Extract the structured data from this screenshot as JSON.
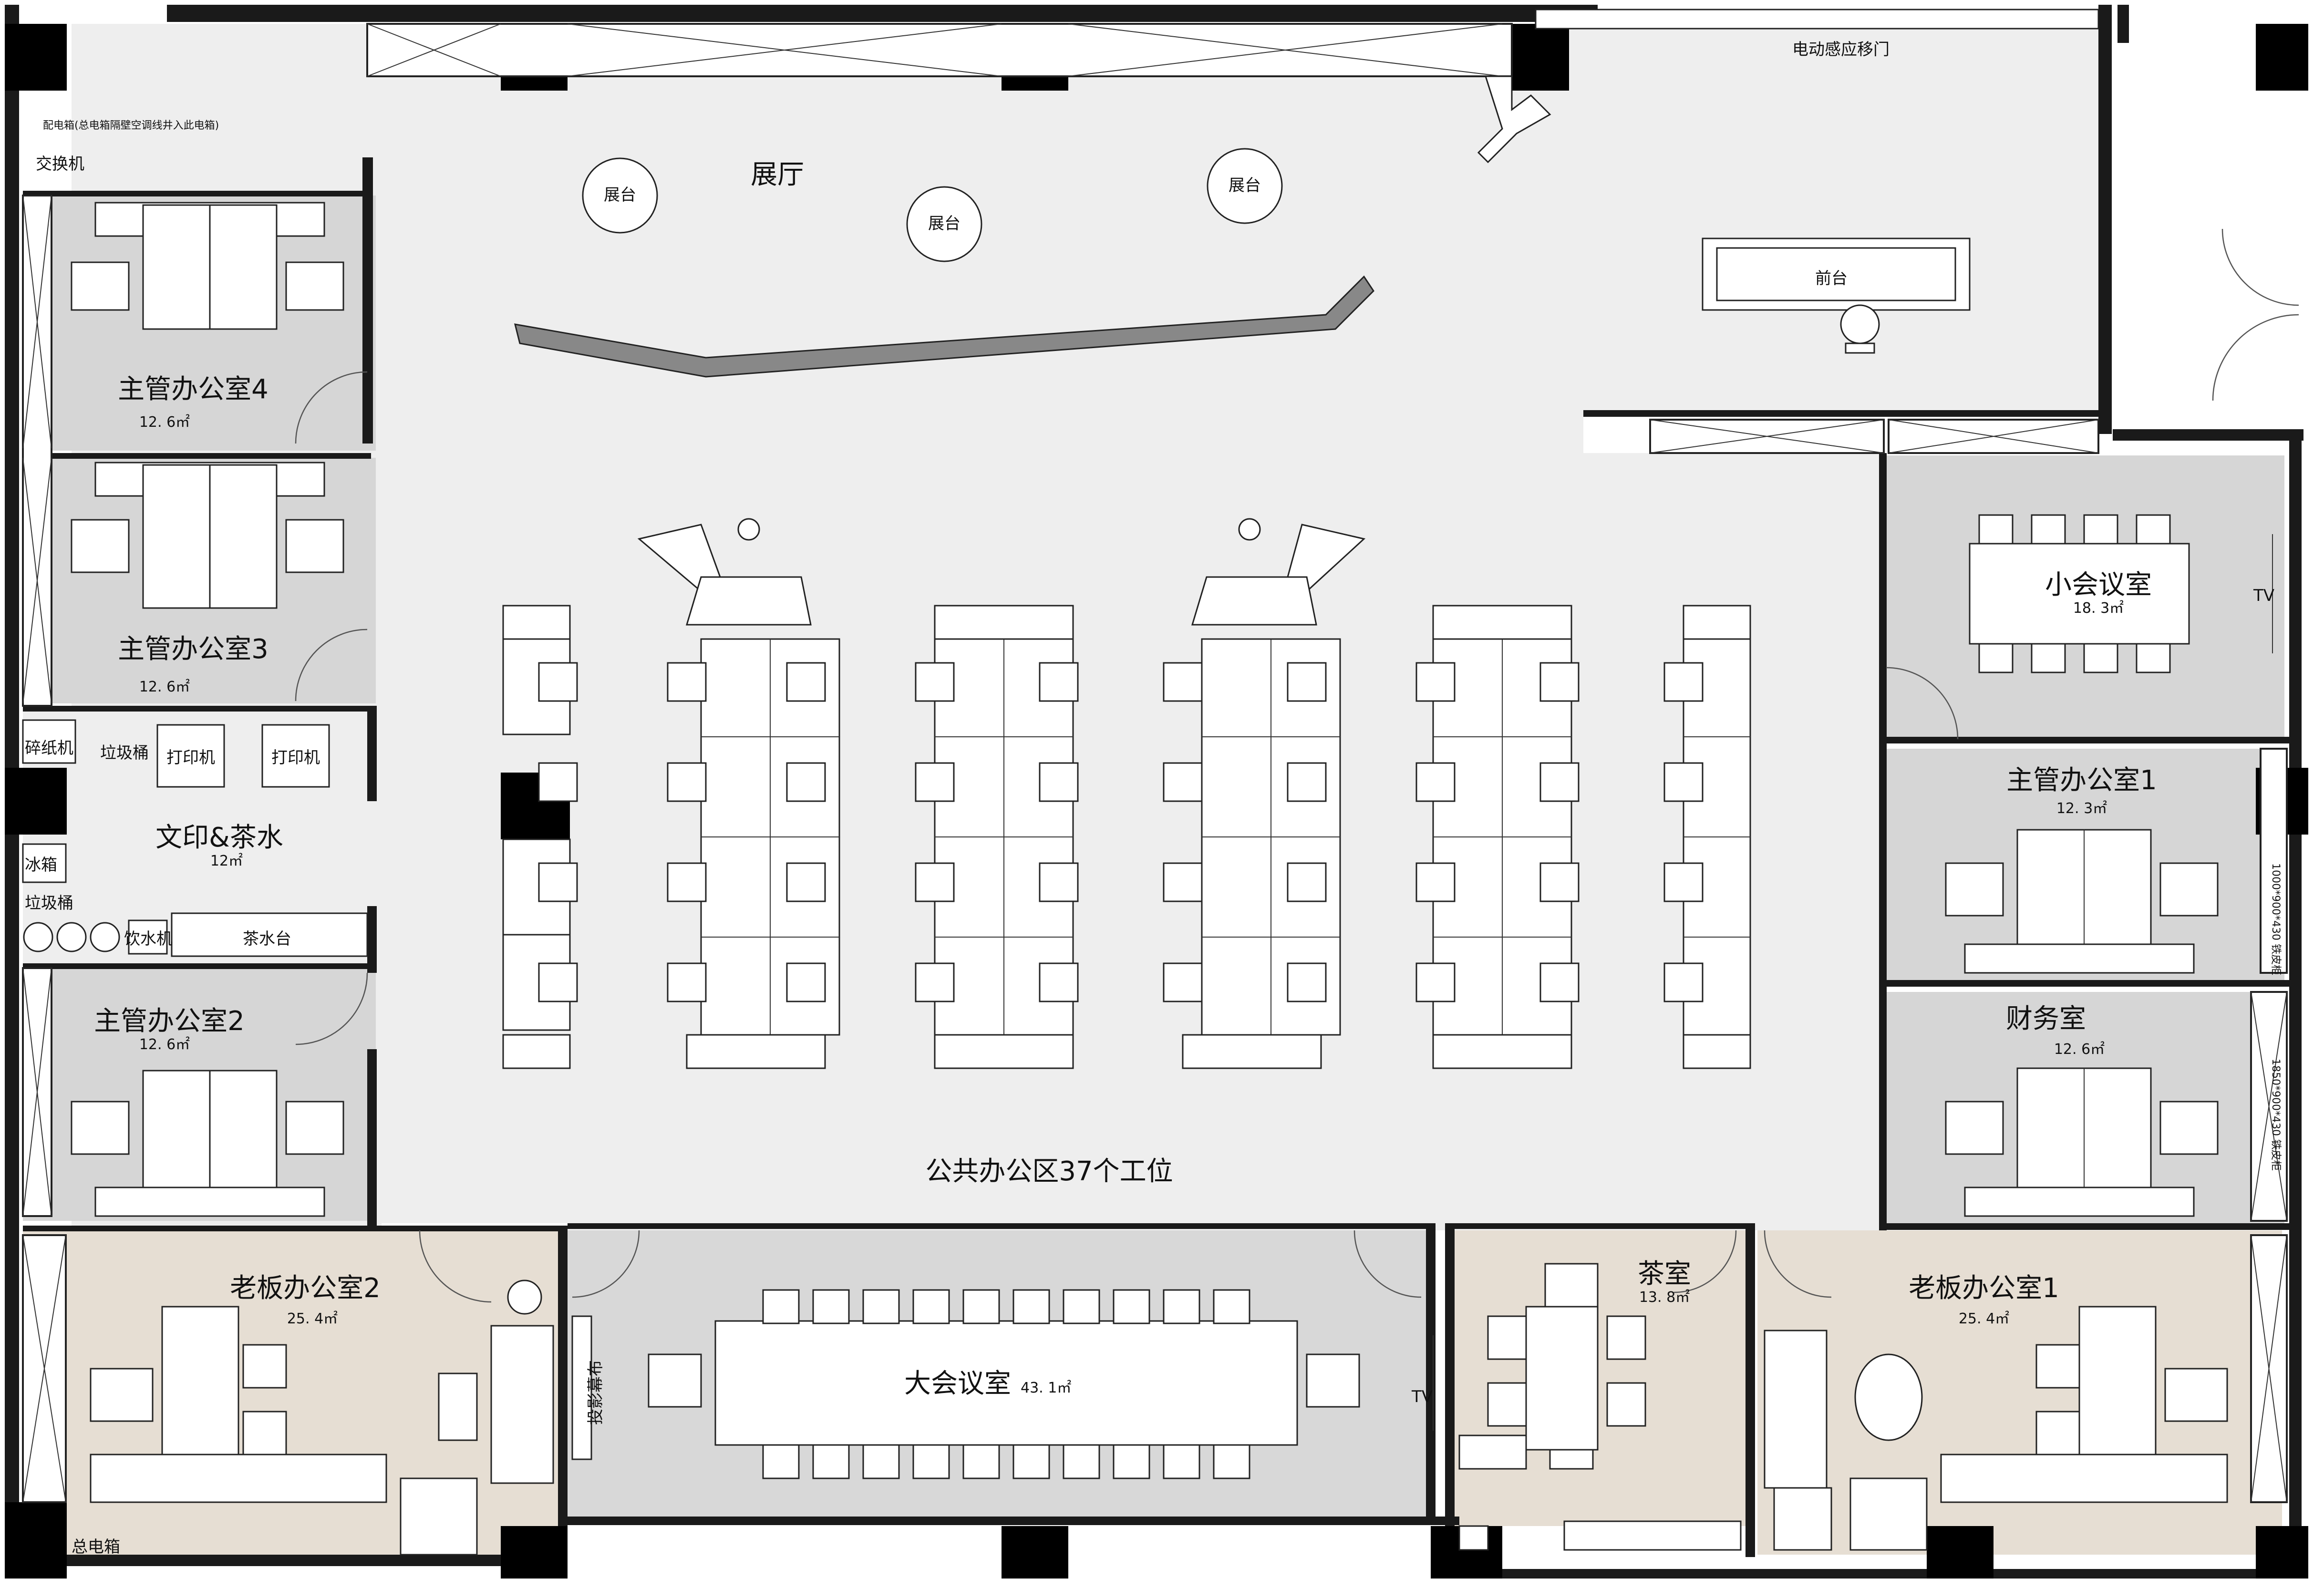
{
  "rooms": {
    "hall": {
      "name": "展厅"
    },
    "reception": {
      "name": "前台"
    },
    "display1": {
      "name": "展台"
    },
    "display2": {
      "name": "展台"
    },
    "display3": {
      "name": "展台"
    },
    "auto_door": {
      "name": "电动感应移门"
    },
    "elec_room": {
      "name": "配电箱(总电箱隔壁空调线井入此电箱)"
    },
    "switch": {
      "name": "交换机"
    },
    "mgr4": {
      "name": "主管办公室4",
      "area": "12. 6㎡"
    },
    "mgr3": {
      "name": "主管办公室3",
      "area": "12. 6㎡"
    },
    "mgr2": {
      "name": "主管办公室2",
      "area": "12. 6㎡"
    },
    "mgr1": {
      "name": "主管办公室1",
      "area": "12. 3㎡"
    },
    "print_tea": {
      "name": "文印&茶水",
      "area": "12㎡"
    },
    "shredder": {
      "name": "碎纸机"
    },
    "trash1": {
      "name": "垃圾桶"
    },
    "trash2": {
      "name": "垃圾桶"
    },
    "printer1": {
      "name": "打印机"
    },
    "printer2": {
      "name": "打印机"
    },
    "fridge": {
      "name": "冰箱"
    },
    "water": {
      "name": "饮水机"
    },
    "tea_counter": {
      "name": "茶水台"
    },
    "small_meeting": {
      "name": "小会议室",
      "area": "18. 3㎡"
    },
    "finance": {
      "name": "财务室",
      "area": "12. 6㎡"
    },
    "cabinet1": {
      "name": "1000*900*430 铁皮柜"
    },
    "cabinet2": {
      "name": "1850*900*430 铁皮柜"
    },
    "public": {
      "name": "公共办公区37个工位"
    },
    "big_meeting": {
      "name": "大会议室",
      "area": "43. 1㎡"
    },
    "projector": {
      "name": "投影幕布"
    },
    "tea_room": {
      "name": "茶室",
      "area": "13. 8㎡"
    },
    "boss2": {
      "name": "老板办公室2",
      "area": "25. 4㎡"
    },
    "boss1": {
      "name": "老板办公室1",
      "area": "25. 4㎡"
    },
    "main_box": {
      "name": "总电箱"
    },
    "tv": "TV"
  },
  "colors": {
    "hall": "#eeeeee",
    "office": "#d6d6d6",
    "boss": "#e6ded3",
    "tea": "#e6ded3",
    "meeting": "#d8d8d8"
  }
}
